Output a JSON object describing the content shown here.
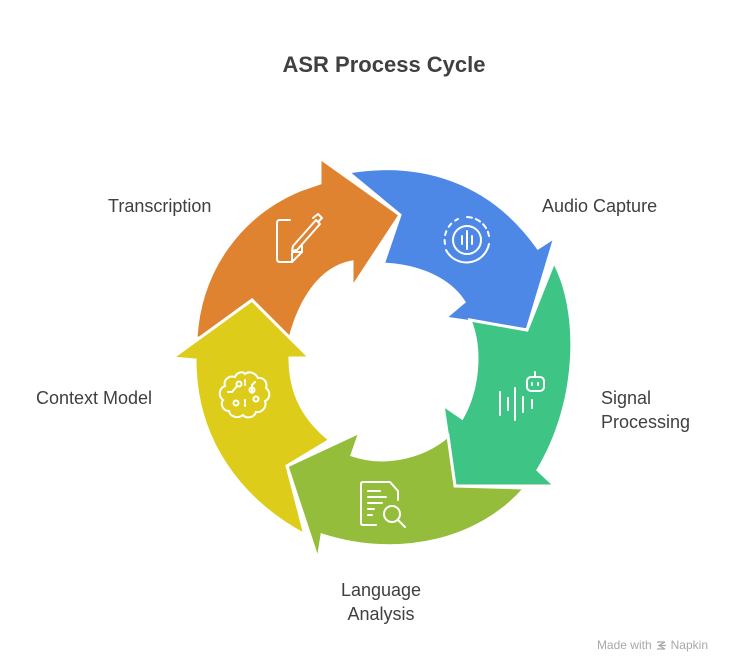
{
  "title": "ASR Process Cycle",
  "steps": [
    {
      "label": "Audio Capture",
      "icon": "audio-wave-icon",
      "color": "#4E88E6"
    },
    {
      "label": "Signal Processing",
      "icon": "robot-signal-icon",
      "color": "#3EC484"
    },
    {
      "label": "Language Analysis",
      "icon": "document-search-icon",
      "color": "#93BD3A"
    },
    {
      "label": "Context Model",
      "icon": "brain-circuit-icon",
      "color": "#DECC1A"
    },
    {
      "label": "Transcription",
      "icon": "pen-note-icon",
      "color": "#E08330"
    }
  ],
  "labels": {
    "audio_capture": "Audio Capture",
    "signal_line1": "Signal",
    "signal_line2": "Processing",
    "language_line1": "Language",
    "language_line2": "Analysis",
    "context_model": "Context Model",
    "transcription": "Transcription"
  },
  "footer": {
    "made_with": "Made with",
    "brand": "Napkin"
  }
}
